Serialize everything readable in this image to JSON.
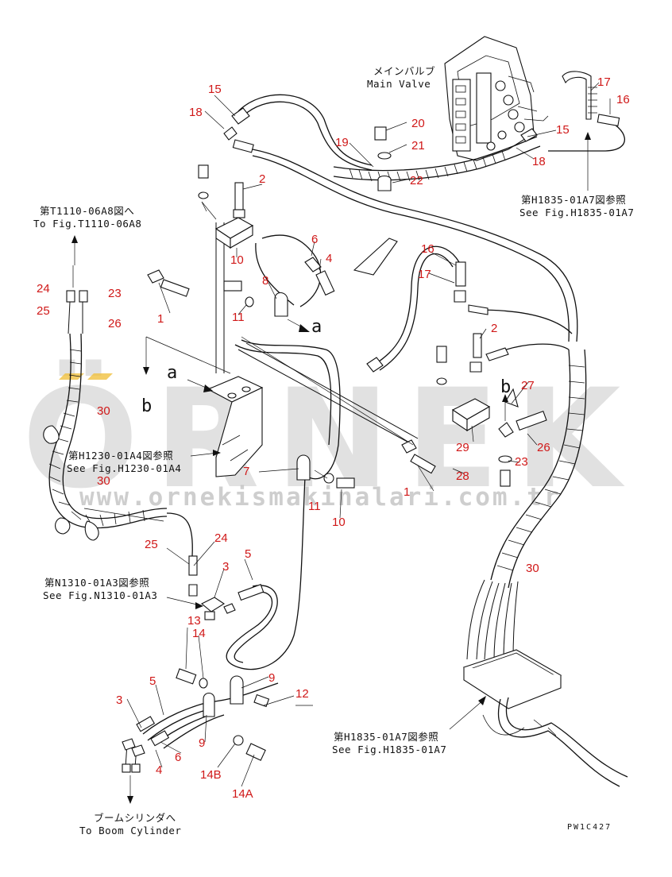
{
  "watermark": {
    "brand": "ÖRNEK",
    "url": "www.ornekismakinalari.com.tr",
    "accent_color": "#f0c040"
  },
  "references": {
    "main_valve_jp": "メインバルブ",
    "main_valve_en": "Main Valve",
    "t1110_jp": "第T1110-06A8図へ",
    "t1110_en": "To Fig.T1110-06A8",
    "h1835_top_jp": "第H1835-01A7図参照",
    "h1835_top_en": "See Fig.H1835-01A7",
    "h1230_jp": "第H1230-01A4図参照",
    "h1230_en": "See Fig.H1230-01A4",
    "n1310_jp": "第N1310-01A3図参照",
    "n1310_en": "See Fig.N1310-01A3",
    "h1835_bottom_jp": "第H1835-01A7図参照",
    "h1835_bottom_en": "See Fig.H1835-01A7",
    "boom_jp": "ブームシリンダへ",
    "boom_en": "To Boom Cylinder"
  },
  "view_markers": {
    "a": "a",
    "b": "b"
  },
  "drawing_code": "PW1C427",
  "part_numbers": {
    "n15a": "15",
    "n18a": "18",
    "n2a": "2",
    "n20": "20",
    "n21": "21",
    "n22": "22",
    "n19": "19",
    "n15b": "15",
    "n18b": "18",
    "n17a": "17",
    "n16a": "16",
    "n6a": "6",
    "n4a": "4",
    "n10a": "10",
    "n8": "8",
    "n11a": "11",
    "n1a": "1",
    "n16b": "16",
    "n17b": "17",
    "n2b": "2",
    "n24a": "24",
    "n23a": "23",
    "n25a": "25",
    "n26a": "26",
    "n27": "27",
    "n29": "29",
    "n26b": "26",
    "n23b": "23",
    "n28": "28",
    "n1b": "1",
    "n30a": "30",
    "n30b": "30",
    "n30c": "30",
    "n7": "7",
    "n11b": "11",
    "n10b": "10",
    "n25b": "25",
    "n24b": "24",
    "n5a": "5",
    "n3a": "3",
    "n13": "13",
    "n14": "14",
    "n9a": "9",
    "n12": "12",
    "n5b": "5",
    "n3b": "3",
    "n9b": "9",
    "n6b": "6",
    "n4b": "4",
    "n14b": "14B",
    "n14a": "14A"
  }
}
